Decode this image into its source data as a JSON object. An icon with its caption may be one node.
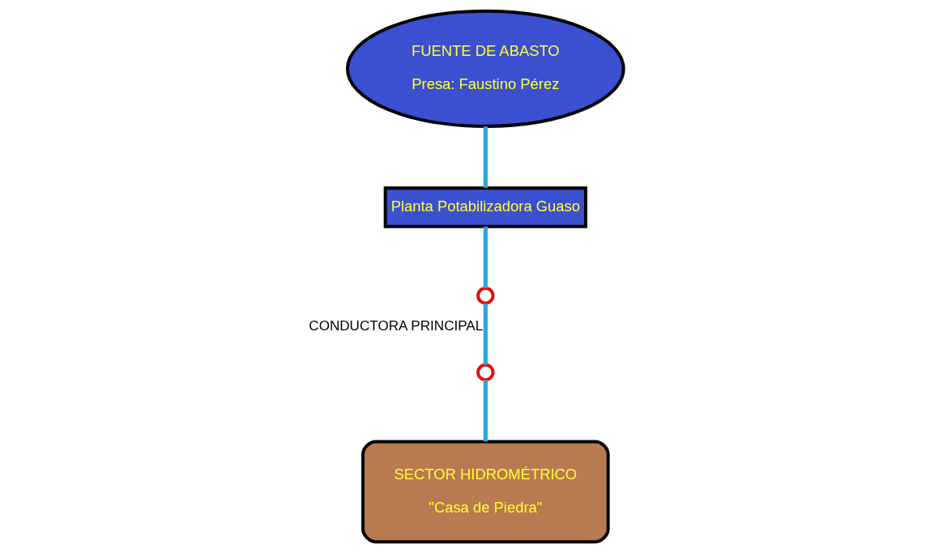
{
  "diagram": {
    "nodes": [
      {
        "text": [
          "FUENTE DE ABASTO",
          "Presa: Faustino Pérez"
        ]
      },
      {
        "text": [
          "Planta Potabilizadora Guaso"
        ]
      },
      {
        "text": [],
        "shape": "circle"
      },
      {
        "text": [],
        "shape": "circle"
      },
      {
        "text": [
          "SECTOR HIDROMÉTRICO",
          "\"Casa de Piedra\""
        ]
      }
    ],
    "edges": [
      {
        "from": 0,
        "to": 1,
        "arrow": "none"
      },
      {
        "from": 1,
        "to": 2,
        "arrow": "none"
      },
      {
        "from": 2,
        "to": 3,
        "arrow": "none",
        "label": "CONDUCTORA PRINCIPAL"
      },
      {
        "from": 3,
        "to": 4,
        "arrow": "none"
      }
    ]
  }
}
